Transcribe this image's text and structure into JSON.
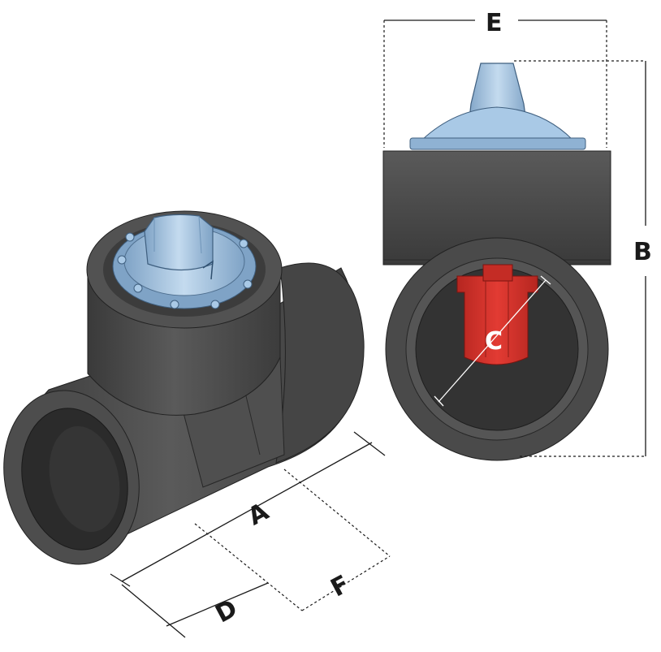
{
  "labels": {
    "a": "A",
    "b": "B",
    "c": "C",
    "d": "D",
    "e": "E",
    "f": "F"
  },
  "colors": {
    "body": "#4a4a4a",
    "body_dark": "#2e2e2e",
    "body_light": "#5c5c5c",
    "cap": "#a9c9e6",
    "cap_dark": "#6f94b8",
    "cap_light": "#d2e4f3",
    "red": "#d8322b",
    "red_dark": "#9e1f1a",
    "dimension_line": "#1a1a1a"
  }
}
